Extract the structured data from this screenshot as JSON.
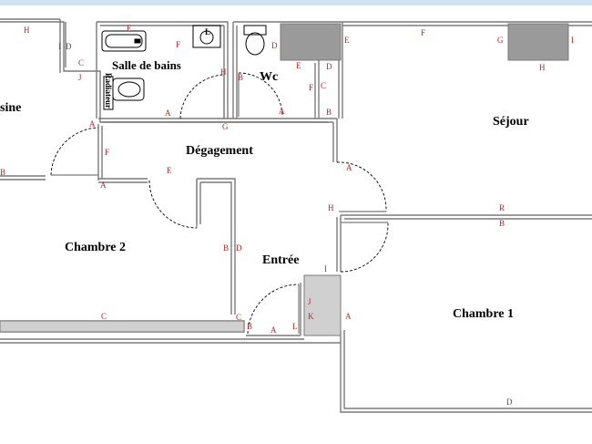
{
  "theme": {
    "wall": "#7a7a7a",
    "wall_fill": "#d0d0d0",
    "window_fill": "#9a9a9a",
    "letter": "#cc1f1f",
    "text": "#000000",
    "accent_line": "#cfe3f1"
  },
  "rooms": {
    "cuisine": "sine",
    "salle_de_bains": "Salle de bains",
    "wc": "Wc",
    "sejour": "Séjour",
    "degagement": "Dégagement",
    "chambre2": "Chambre 2",
    "entree": "Entrée",
    "chambre1": "Chambre 1"
  },
  "fixtures": {
    "radiateur": "Radiateur",
    "lavabo_letter": "L"
  },
  "wall_letters": {
    "cuisine_top_h": "H",
    "cuisine_right_i": "I",
    "cuisine_right_d": "D",
    "cuisine_bottom_b": "B",
    "sdb_top_e": "E",
    "sdb_right_f": "F",
    "sdb_left_c": "C",
    "sdb_left_j": "J",
    "sdb_bottom_a": "A",
    "sdb_right_h": "H",
    "wc_left_b": "B",
    "wc_right_d": "D",
    "wc_bottom_a": "A",
    "wc_top_e": "E",
    "wc_right_f": "F",
    "wc_right_c": "C",
    "window_e": "E",
    "window_d": "D",
    "window_b": "B",
    "sejour_top_f": "F",
    "sejour_g": "G",
    "sejour_i": "I",
    "sejour_h": "H",
    "sejour_a": "A",
    "sejour_r": "R",
    "chambre1_top_b": "B",
    "deg_g": "G",
    "deg_left_a": "A",
    "deg_f": "F",
    "deg_e": "E",
    "deg_bottom_a": "A",
    "deg_h": "H",
    "ch2_right_b": "B",
    "ch2_d": "D",
    "ch2_bottom_c": "C",
    "entree_c": "C",
    "entree_b": "B",
    "entree_a": "A",
    "entree_l": "L",
    "entree_i": "I",
    "entree_j": "J",
    "entree_k": "K",
    "ch1_left_a": "A",
    "ch1_bottom_d": "D"
  }
}
